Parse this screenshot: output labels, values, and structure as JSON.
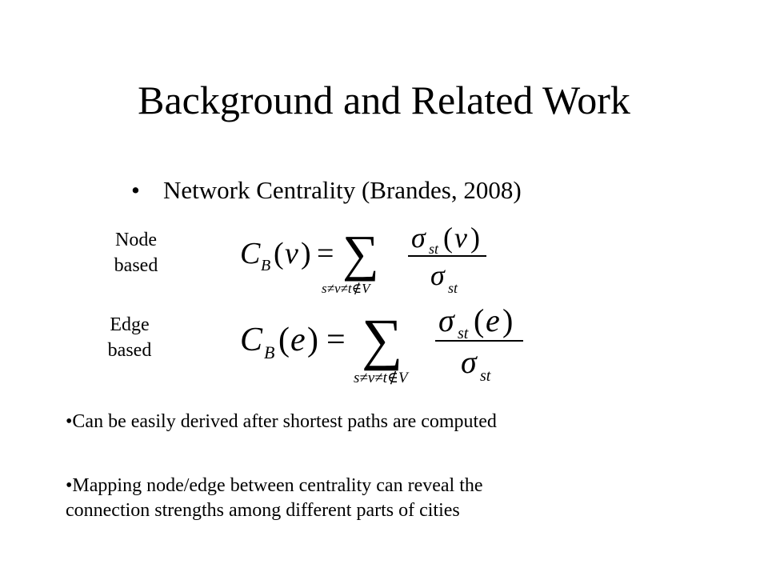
{
  "slide": {
    "title": "Background and Related Work",
    "bullet_glyph": "•",
    "main_bullet": "Network Centrality (Brandes, 2008)",
    "formulas": [
      {
        "label_line1": "Node",
        "label_line2": "based",
        "lhs_symbol": "C",
        "lhs_subscript": "B",
        "argument": "v",
        "sum_symbol": "∑",
        "sum_condition": "s≠v≠t∉V",
        "numerator_symbol": "σ",
        "numerator_subscript": "st",
        "numerator_argument": "v",
        "denominator_symbol": "σ",
        "denominator_subscript": "st"
      },
      {
        "label_line1": "Edge",
        "label_line2": "based",
        "lhs_symbol": "C",
        "lhs_subscript": "B",
        "argument": "e",
        "sum_symbol": "∑",
        "sum_condition": "s≠v≠t∉V",
        "numerator_symbol": "σ",
        "numerator_subscript": "st",
        "numerator_argument": "e",
        "denominator_symbol": "σ",
        "denominator_subscript": "st"
      }
    ],
    "sub_bullets": [
      "•Can be easily derived after shortest paths are computed",
      "•Mapping node/edge between centrality can reveal the",
      "connection strengths among different parts of cities"
    ]
  }
}
